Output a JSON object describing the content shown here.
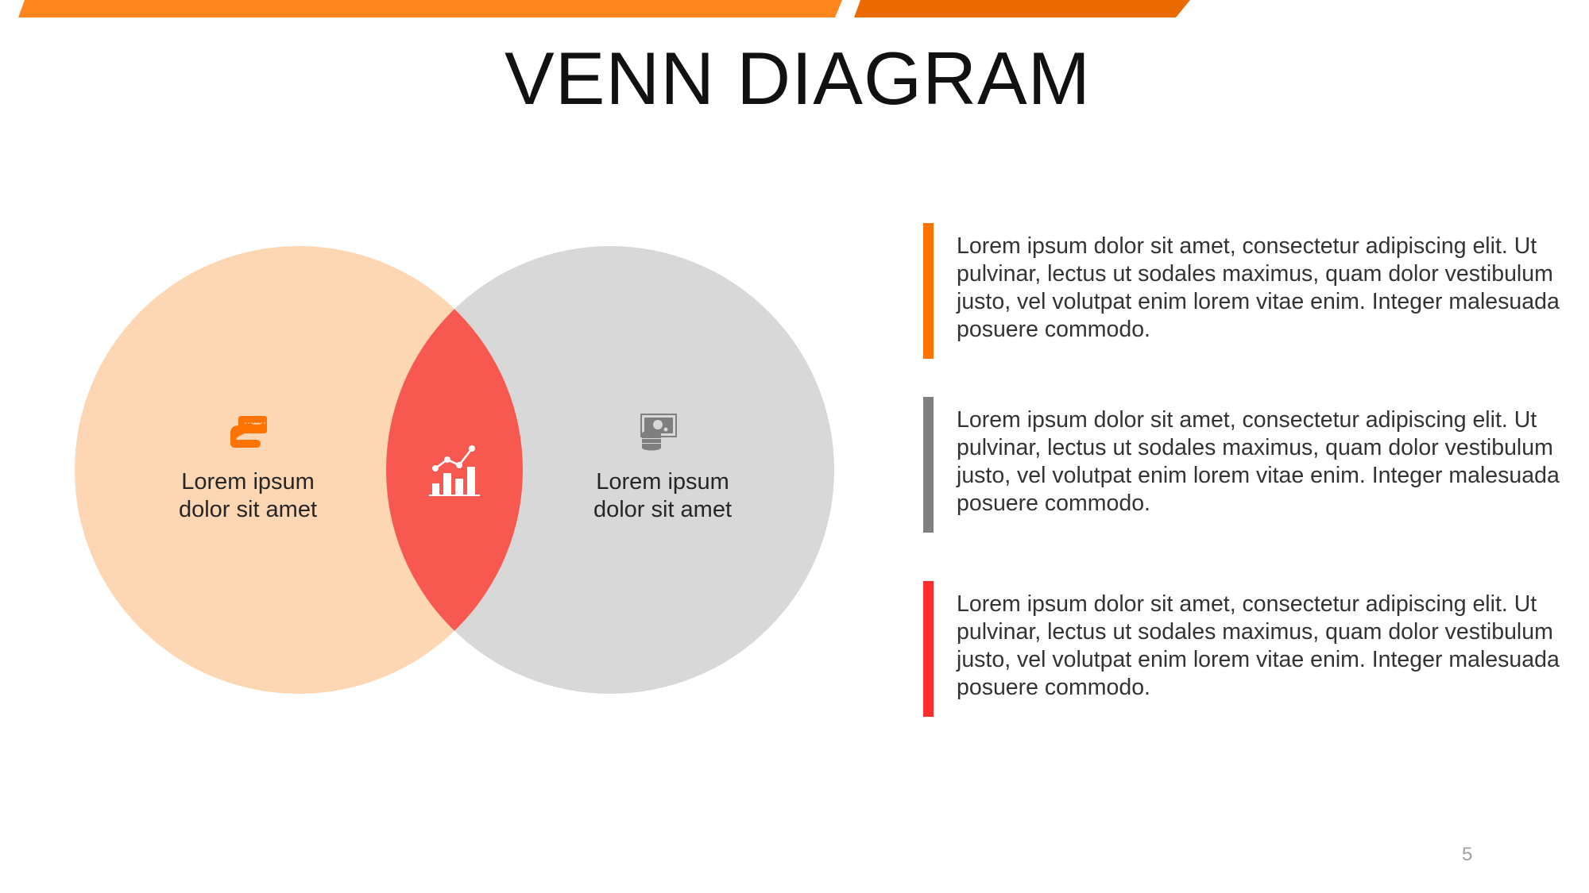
{
  "slide": {
    "title": "VENN DIAGRAM",
    "page_number": "5",
    "colors": {
      "top_bar_primary": "#FF851F",
      "top_bar_secondary": "#EA6A00",
      "circle_left": "#FDD6B3",
      "circle_right": "#D8D8D8",
      "intersection": "#F75850",
      "icon_left": "#FF7300",
      "icon_right": "#7F7F7F",
      "accent_orange": "#FF7300",
      "accent_gray": "#808080",
      "accent_red": "#FF2D2D"
    }
  },
  "venn": {
    "left": {
      "label_line1": "Lorem ipsum",
      "label_line2": "dolor sit amet",
      "icon": "wallet-hand-icon"
    },
    "intersection": {
      "icon": "bar-line-chart-icon"
    },
    "right": {
      "label_line1": "Lorem ipsum",
      "label_line2": "dolor sit amet",
      "icon": "money-coins-icon"
    }
  },
  "notes": [
    {
      "accent": "orange",
      "text": "Lorem ipsum dolor sit amet, consectetur adipiscing elit. Ut pulvinar, lectus ut sodales maximus, quam dolor vestibulum justo, vel volutpat enim lorem vitae enim. Integer malesuada posuere commodo."
    },
    {
      "accent": "gray",
      "text": "Lorem ipsum dolor sit amet, consectetur adipiscing elit. Ut pulvinar, lectus ut sodales maximus, quam dolor vestibulum justo, vel volutpat enim lorem vitae enim. Integer malesuada posuere commodo."
    },
    {
      "accent": "red",
      "text": "Lorem ipsum dolor sit amet, consectetur adipiscing elit. Ut pulvinar, lectus ut sodales maximus, quam dolor vestibulum justo, vel volutpat enim lorem vitae enim. Integer malesuada posuere commodo."
    }
  ]
}
